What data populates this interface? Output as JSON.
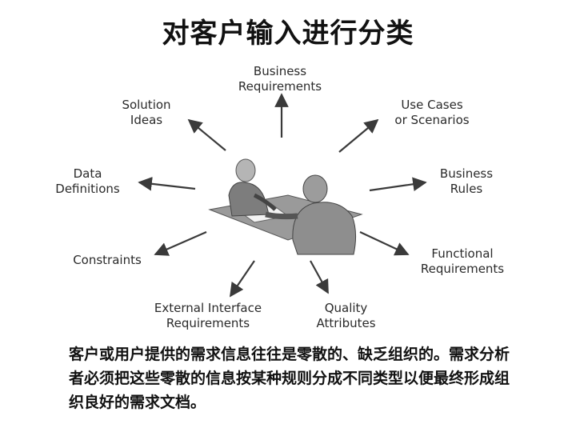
{
  "title": "对客户输入进行分类",
  "nodes": {
    "business_requirements": [
      "Business",
      "Requirements"
    ],
    "use_cases": [
      "Use Cases",
      "or Scenarios"
    ],
    "business_rules": [
      "Business",
      "Rules"
    ],
    "functional_requirements": [
      "Functional",
      "Requirements"
    ],
    "quality_attributes": [
      "Quality",
      "Attributes"
    ],
    "external_interface": [
      "External Interface",
      "Requirements"
    ],
    "constraints": [
      "Constraints"
    ],
    "data_definitions": [
      "Data",
      "Definitions"
    ],
    "solution_ideas": [
      "Solution",
      "Ideas"
    ]
  },
  "caption": "客户或用户提供的需求信息往往是零散的、缺乏组织的。需求分析者必须把这些零散的信息按某种规则分成不同类型以便最终形成组织良好的需求文档。",
  "colors": {
    "arrow": "#3a3a3a",
    "text": "#111111",
    "illustration": "#8a8a8a"
  }
}
